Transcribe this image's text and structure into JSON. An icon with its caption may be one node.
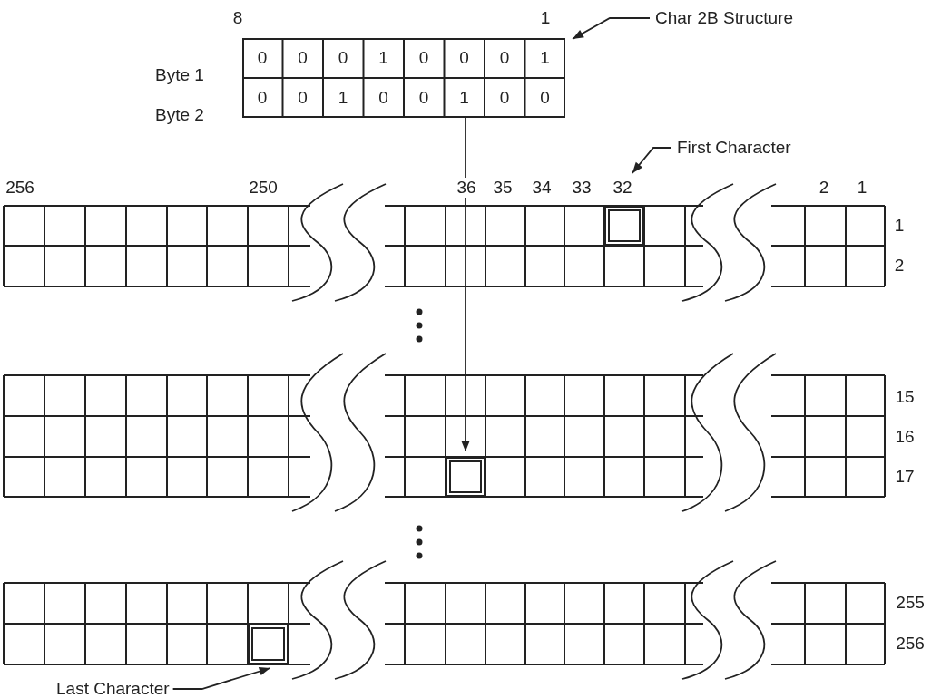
{
  "diagram": {
    "nodes": [
      {
        "text": [
          "Char 2B Structure"
        ]
      },
      {
        "text": [],
        "shape": "box"
      },
      {
        "text": [
          "First Character"
        ]
      },
      {
        "text": [],
        "shape": "box"
      },
      {
        "text": [],
        "shape": "box"
      },
      {
        "text": [],
        "shape": "box"
      },
      {
        "text": [
          "Last Character"
        ]
      }
    ],
    "edges": [
      {
        "from": 0,
        "to": 1,
        "arrow": "to"
      },
      {
        "from": 2,
        "to": 3,
        "arrow": "to"
      },
      {
        "from": 1,
        "to": 4,
        "arrow": "to"
      },
      {
        "from": 6,
        "to": 5,
        "arrow": "to"
      }
    ],
    "labels": [
      "8",
      "1",
      "Byte 1",
      "0",
      "0",
      "0",
      "1",
      "0",
      "0",
      "0",
      "1",
      "Byte 2",
      "0",
      "0",
      "1",
      "0",
      "0",
      "1",
      "0",
      "0",
      "256",
      "250",
      "36",
      "35",
      "34",
      "33",
      "32",
      "2",
      "1",
      "1",
      "2",
      "15",
      "16",
      "17",
      "255",
      "256"
    ]
  }
}
